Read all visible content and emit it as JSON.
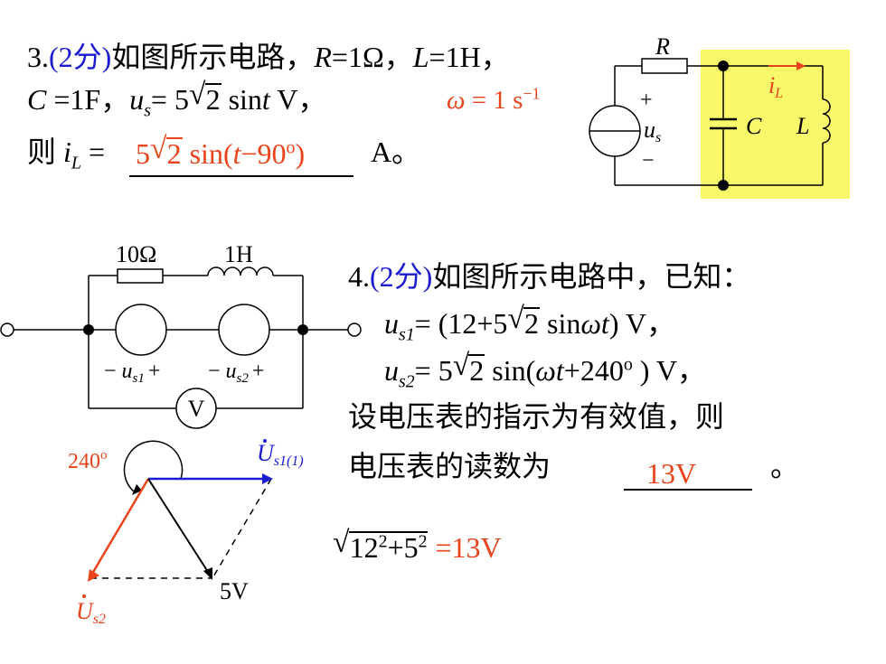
{
  "problem3": {
    "number": "3.",
    "score": "(2分)",
    "intro": "如图所示电路，",
    "R_sym": "R",
    "R_val": "=1Ω，",
    "L_sym": "L",
    "L_val": "=1H，",
    "C_sym": "C",
    "C_val": " =1F，",
    "us_sym": "u",
    "us_sub": "s",
    "us_eq": "= 5",
    "us_root": "2",
    "us_sin": " sin",
    "us_t": "t",
    "us_unit": " V，",
    "omega": "ω",
    "omega_eq": " = 1 s",
    "omega_sup": "−1",
    "then": "则 ",
    "iL_sym": "i",
    "iL_sub": "L",
    "iL_eq": " = ",
    "ans_5": "5",
    "ans_root": "2",
    "ans_sin": " sin(",
    "ans_t": "t",
    "ans_rest": "−90",
    "ans_deg": "o",
    "ans_close": ")",
    "ans_unit": "A。"
  },
  "circuit3": {
    "R": "R",
    "iL": "i",
    "iL_sub": "L",
    "plus": "+",
    "minus": "−",
    "us": "u",
    "us_sub": "s",
    "C": "C",
    "L": "L",
    "highlight_color": "#f8f86a",
    "arrow_color": "#e8431a"
  },
  "problem4": {
    "number": "4.",
    "score": "(2分)",
    "intro": "如图所示电路中，已知：",
    "u1_sym": "u",
    "u1_sub": "s1",
    "u1_eq": "= (12+5",
    "u1_root": "2",
    "u1_sin": " sin",
    "u1_w": "ωt",
    "u1_unit": ") V，",
    "u2_sym": "u",
    "u2_sub": "s2",
    "u2_eq": "= 5",
    "u2_root": "2",
    "u2_sin": " sin(",
    "u2_w": "ωt",
    "u2_phase": "+240",
    "u2_deg": "o",
    "u2_unit": " ) V，",
    "line3": "设电压表的指示为有效值，则",
    "line4": "电压表的读数为",
    "answer": "13V",
    "period": "。",
    "calc_root": "12",
    "calc_sup1": "2",
    "calc_plus": "+5",
    "calc_sup2": "2",
    "calc_result": " =13V"
  },
  "circuit4": {
    "R_label": "10Ω",
    "L_label": "1H",
    "src1_minus": "−",
    "src1_sym": "u",
    "src1_sub": "s1",
    "src1_plus": "+",
    "src2_minus": "−",
    "src2_sym": "u",
    "src2_sub": "s2",
    "src2_plus": "+",
    "meter": "V"
  },
  "phasor": {
    "angle": "240",
    "angle_deg": "o",
    "u1_sym": "U",
    "u1_sub": "s1(1)",
    "u2_sym": "U",
    "u2_sub": "s2",
    "result": "5V",
    "blue": "#1a1ad0",
    "red": "#e8431a"
  }
}
